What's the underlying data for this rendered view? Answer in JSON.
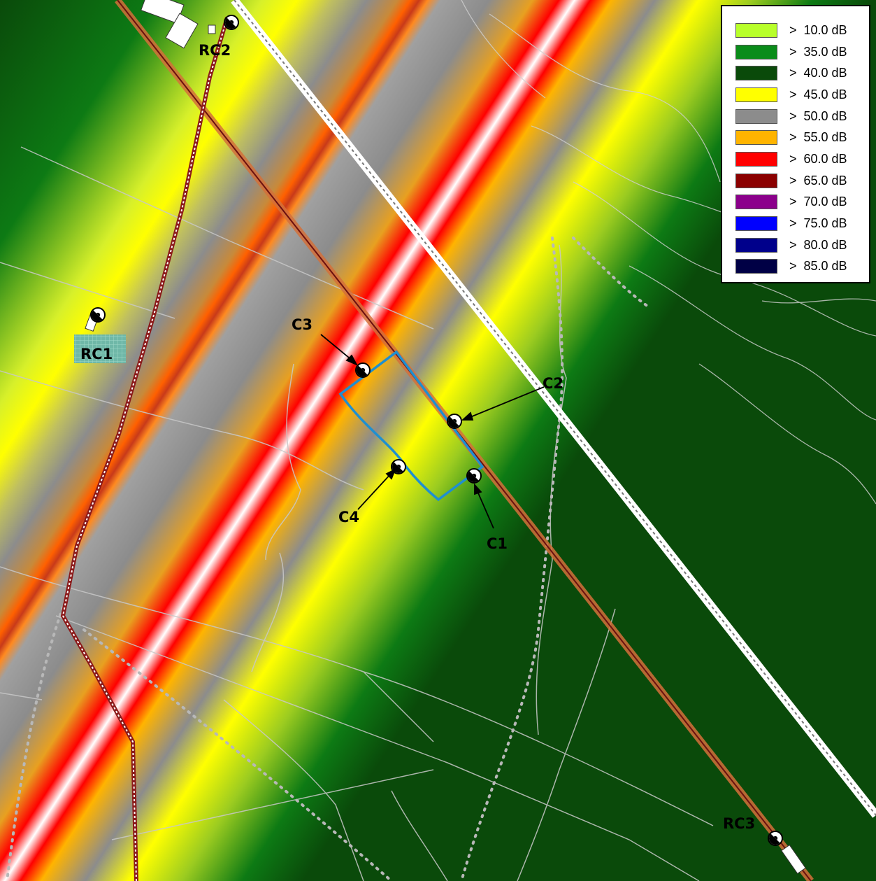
{
  "legend": {
    "items": [
      {
        "sym": ">",
        "label": "10.0 dB",
        "color": "#b8ff2a"
      },
      {
        "sym": ">",
        "label": "35.0 dB",
        "color": "#0a8c1a"
      },
      {
        "sym": ">",
        "label": "40.0 dB",
        "color": "#0a4a0a"
      },
      {
        "sym": ">",
        "label": "45.0 dB",
        "color": "#ffff00"
      },
      {
        "sym": ">",
        "label": "50.0 dB",
        "color": "#8c8c8c"
      },
      {
        "sym": ">",
        "label": "55.0 dB",
        "color": "#ffb400"
      },
      {
        "sym": ">",
        "label": "60.0 dB",
        "color": "#ff0000"
      },
      {
        "sym": ">",
        "label": "65.0 dB",
        "color": "#8b0000"
      },
      {
        "sym": ">",
        "label": "70.0 dB",
        "color": "#8b008b"
      },
      {
        "sym": ">",
        "label": "75.0 dB",
        "color": "#0000ff"
      },
      {
        "sym": ">",
        "label": "80.0 dB",
        "color": "#00008b"
      },
      {
        "sym": ">",
        "label": "85.0 dB",
        "color": "#000045"
      }
    ]
  },
  "labels": {
    "rc1": "RC1",
    "rc2": "RC2",
    "rc3": "RC3",
    "c1": "C1",
    "c2": "C2",
    "c3": "C3",
    "c4": "C4"
  },
  "colors": {
    "site_boundary": "#1f8fd0",
    "road": "#8b1a1a",
    "contour": "#c8c8c8"
  },
  "icons": {
    "receiver_marker": "receiver-target-icon"
  }
}
